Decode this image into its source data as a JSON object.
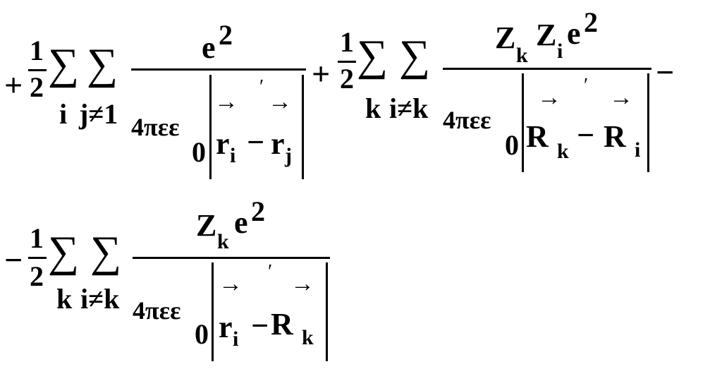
{
  "equation": {
    "term1": {
      "sign": "+",
      "frac_num": "1",
      "frac_den": "2",
      "sum_symbol": "∑",
      "sum1_index": "i",
      "sum2_index": "j≠1",
      "numerator": "e",
      "numerator_exp": "2",
      "denominator_prefix": "4πεε",
      "denominator_sub": "0",
      "vec_a": "r",
      "vec_a_sub": "i",
      "minus": "−",
      "vec_b": "r",
      "vec_b_sub": "j",
      "arrow": "→",
      "prime": "′"
    },
    "term2": {
      "sign": "+",
      "frac_num": "1",
      "frac_den": "2",
      "sum_symbol": "∑",
      "sum1_index": "k",
      "sum2_index": "i≠k",
      "num_z1": "Z",
      "num_z1_sub": "k",
      "num_z2": "Z",
      "num_z2_sub": "i",
      "numerator": "e",
      "numerator_exp": "2",
      "denominator_prefix": "4πεε",
      "denominator_sub": "0",
      "vec_a": "R",
      "vec_a_sub": "k",
      "minus": "−",
      "vec_b": "R",
      "vec_b_sub": "i",
      "arrow": "→",
      "prime": "′",
      "trailing_sign": "−"
    },
    "term3": {
      "sign": "−",
      "frac_num": "1",
      "frac_den": "2",
      "sum_symbol": "∑",
      "sum1_index": "k",
      "sum2_index": "i≠k",
      "num_z": "Z",
      "num_z_sub": "k",
      "numerator": "e",
      "numerator_exp": "2",
      "denominator_prefix": "4πεε",
      "denominator_sub": "0",
      "vec_a": "r",
      "vec_a_sub": "i",
      "minus": "−",
      "vec_b": "R",
      "vec_b_sub": "k",
      "arrow": "→",
      "prime": "′"
    }
  }
}
